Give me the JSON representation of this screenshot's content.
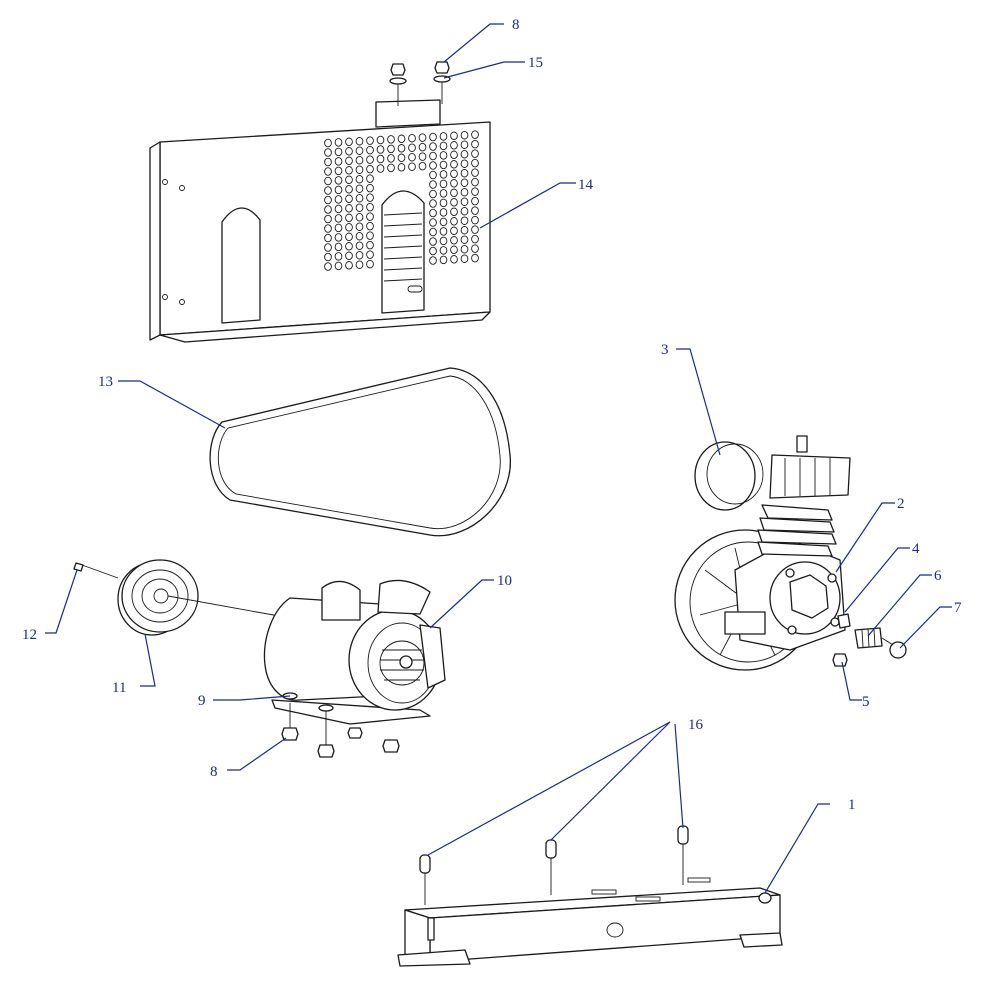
{
  "colors": {
    "line": "#1a1a1a",
    "callout": "#1a2a8c",
    "background": "#ffffff"
  },
  "callouts": {
    "c1": "1",
    "c2": "2",
    "c3": "3",
    "c4": "4",
    "c5": "5",
    "c6": "6",
    "c7": "7",
    "c8a": "8",
    "c8b": "8",
    "c9": "9",
    "c10": "10",
    "c11": "11",
    "c12": "12",
    "c13": "13",
    "c14": "14",
    "c15": "15",
    "c16": "16"
  }
}
